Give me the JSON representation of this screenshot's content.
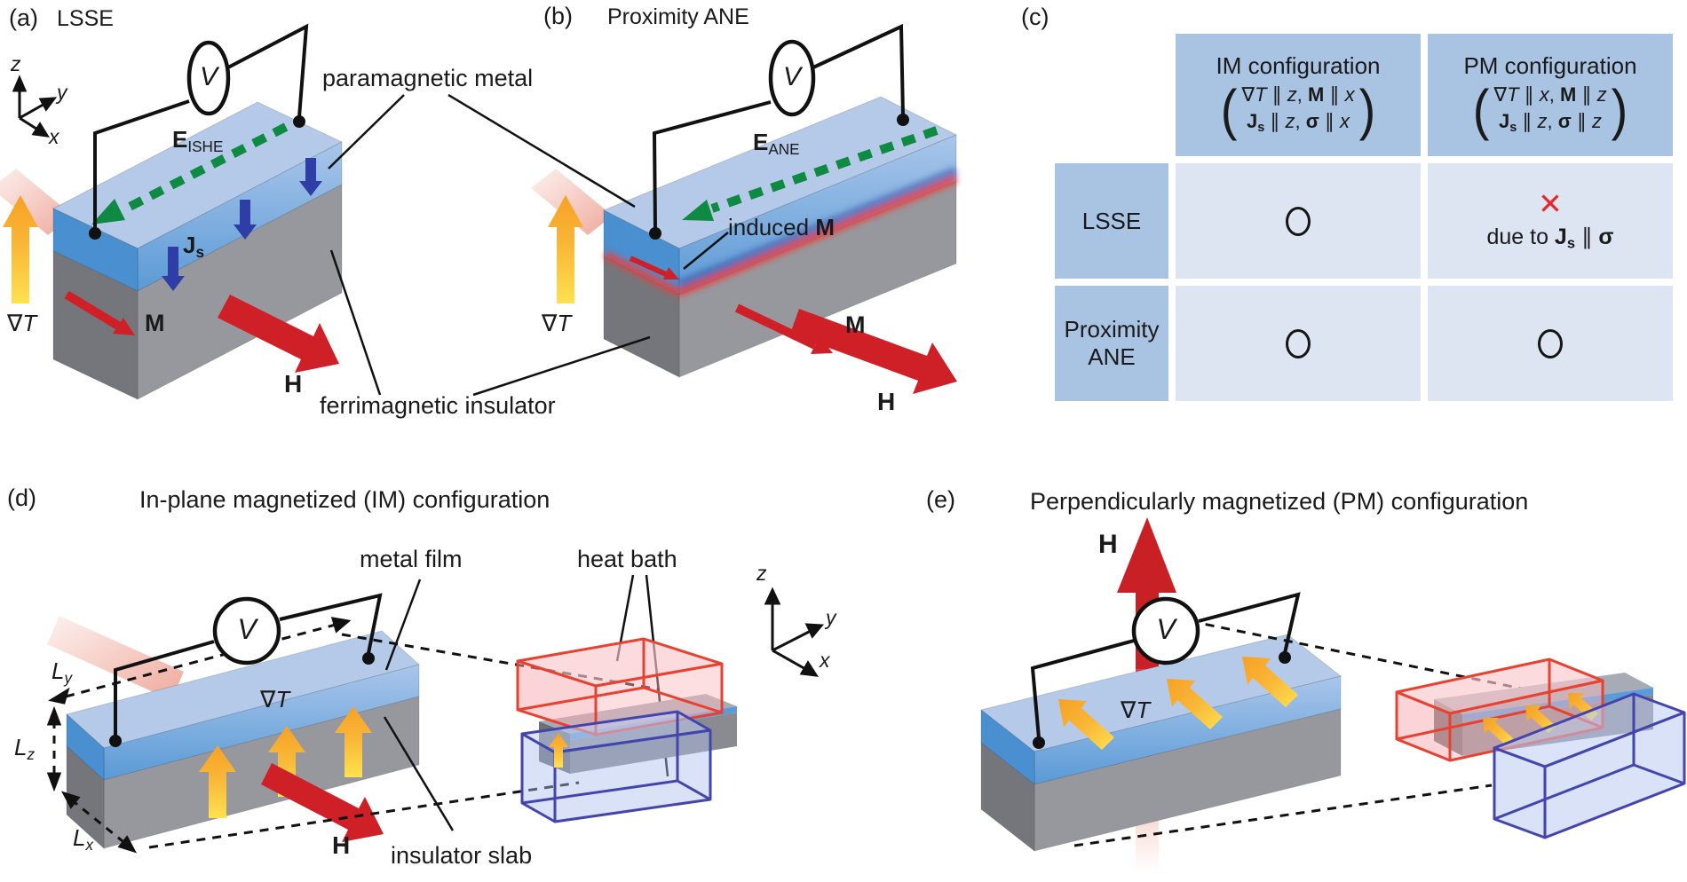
{
  "colors": {
    "metal_top": "#b5cae9",
    "metal_front_light": "#a9c6ea",
    "metal_front_dark": "#5a9ad6",
    "metal_side": "#4a8fd0",
    "insulator_front": "#97989d",
    "insulator_side": "#75767b",
    "spin_current_blue": "#2e3ea6",
    "field_arrow_green": "#0f8a42",
    "arrow_red": "#cf2027",
    "gradient_orange": "#f6a125",
    "gradient_yellow": "#ffe14f",
    "hot_bath_red": "#e8412f",
    "cold_bath_blue": "#4445ac",
    "table_header_blue": "#a9c3e3",
    "table_cell_blue": "#dce5f1",
    "cross_red": "#e8262a"
  },
  "panel_a": {
    "tag": "(a)",
    "title": "LSSE",
    "voltmeter": "V",
    "e_field": [
      {
        "t": "E",
        "b": true
      },
      {
        "t": "ISHE",
        "sub": true
      }
    ],
    "spin_current": [
      {
        "t": "J",
        "b": true
      },
      {
        "t": "s",
        "sub": true
      }
    ],
    "magnetization": "M",
    "field": "H",
    "gradient": [
      {
        "t": "∇"
      },
      {
        "t": "T",
        "i": true
      }
    ],
    "axes": {
      "z": "z",
      "y": "y",
      "x": "x"
    }
  },
  "panel_b": {
    "tag": "(b)",
    "title": "Proximity ANE",
    "voltmeter": "V",
    "e_field": [
      {
        "t": "E",
        "b": true
      },
      {
        "t": "ANE",
        "sub": true
      }
    ],
    "induced_m": [
      {
        "t": "induced "
      },
      {
        "t": "M",
        "b": true
      }
    ],
    "magnetization": "M",
    "field": "H",
    "gradient": [
      {
        "t": "∇"
      },
      {
        "t": "T",
        "i": true
      }
    ]
  },
  "shared_ab": {
    "top_label": "paramagnetic metal",
    "bottom_label": "ferrimagnetic insulator"
  },
  "panel_c": {
    "tag": "(c)",
    "columns": [
      {
        "title": "IM configuration",
        "matrix_line1": [
          {
            "t": "∇"
          },
          {
            "t": "T",
            "i": true
          },
          {
            "t": " ∥ "
          },
          {
            "t": "z",
            "i": true
          },
          {
            "t": ", "
          },
          {
            "t": "M",
            "b": true
          },
          {
            "t": " ∥ "
          },
          {
            "t": "x",
            "i": true
          }
        ],
        "matrix_line2": [
          {
            "t": "J",
            "b": true
          },
          {
            "t": "s",
            "b": true,
            "sub": true
          },
          {
            "t": " ∥ "
          },
          {
            "t": "z",
            "i": true
          },
          {
            "t": ", "
          },
          {
            "t": "σ",
            "b": true
          },
          {
            "t": " ∥ "
          },
          {
            "t": "x",
            "i": true
          }
        ]
      },
      {
        "title": "PM configuration",
        "matrix_line1": [
          {
            "t": "∇"
          },
          {
            "t": "T",
            "i": true
          },
          {
            "t": " ∥ "
          },
          {
            "t": "x",
            "i": true
          },
          {
            "t": ", "
          },
          {
            "t": "M",
            "b": true
          },
          {
            "t": " ∥ "
          },
          {
            "t": "z",
            "i": true
          }
        ],
        "matrix_line2": [
          {
            "t": "J",
            "b": true
          },
          {
            "t": "s",
            "b": true,
            "sub": true
          },
          {
            "t": " ∥ "
          },
          {
            "t": "z",
            "i": true
          },
          {
            "t": ", "
          },
          {
            "t": "σ",
            "b": true
          },
          {
            "t": " ∥ "
          },
          {
            "t": "z",
            "i": true
          }
        ]
      }
    ],
    "rows": [
      {
        "label": "LSSE"
      },
      {
        "label": "Proximity ANE"
      }
    ],
    "marks": {
      "lsse_im": "circle",
      "lsse_pm": "cross",
      "prox_im": "circle",
      "prox_pm": "circle"
    },
    "cross_glyph": "✕",
    "cross_note": [
      {
        "t": "due to "
      },
      {
        "t": "J",
        "b": true
      },
      {
        "t": "s",
        "b": true,
        "sub": true
      },
      {
        "t": " ∥ "
      },
      {
        "t": "σ",
        "b": true
      }
    ],
    "paren_open": "(",
    "paren_close": ")"
  },
  "panel_d": {
    "tag": "(d)",
    "title": "In-plane magnetized (IM) configuration",
    "voltmeter": "V",
    "metal_film": "metal film",
    "heat_bath": "heat bath",
    "insulator_slab": "insulator slab",
    "gradient": [
      {
        "t": "∇"
      },
      {
        "t": "T",
        "i": true
      }
    ],
    "field": "H",
    "dim_ly": [
      {
        "t": "L",
        "i": true
      },
      {
        "t": "y",
        "i": true,
        "sub": true
      }
    ],
    "dim_lz": [
      {
        "t": "L",
        "i": true
      },
      {
        "t": "z",
        "i": true,
        "sub": true
      }
    ],
    "dim_lx": [
      {
        "t": "L",
        "i": true
      },
      {
        "t": "x",
        "i": true,
        "sub": true
      }
    ]
  },
  "panel_e": {
    "tag": "(e)",
    "title": "Perpendicularly magnetized (PM) configuration",
    "voltmeter": "V",
    "gradient": [
      {
        "t": "∇"
      },
      {
        "t": "T",
        "i": true
      }
    ],
    "field": "H"
  },
  "axes_de": {
    "z": "z",
    "y": "y",
    "x": "x"
  }
}
